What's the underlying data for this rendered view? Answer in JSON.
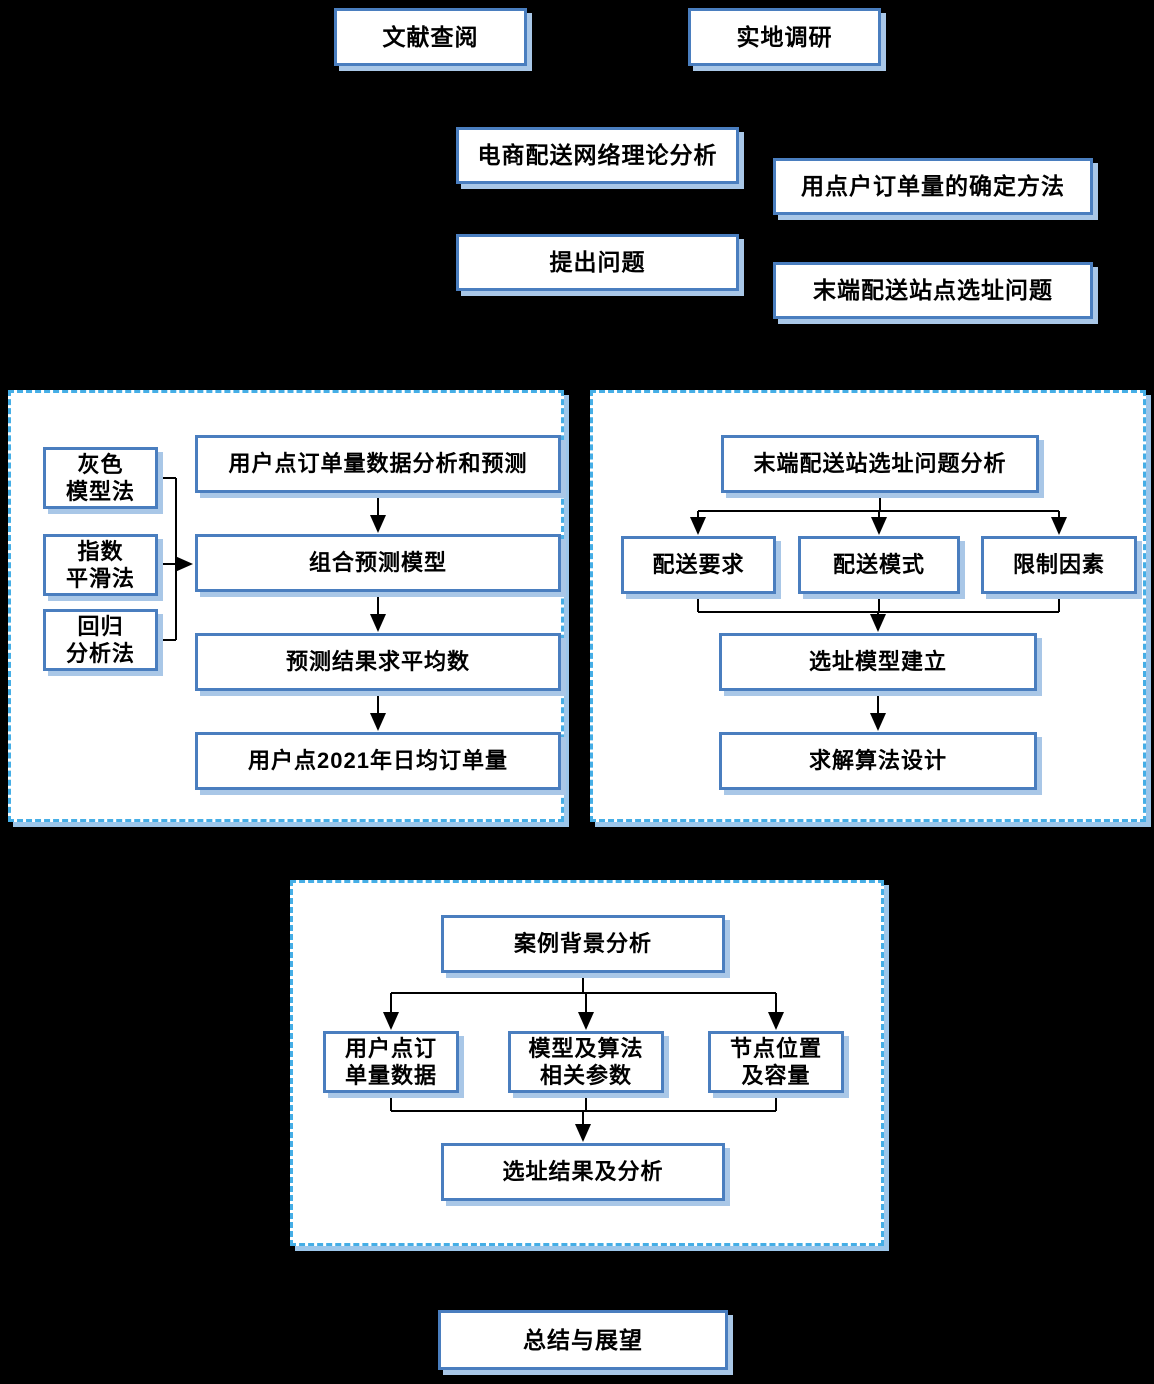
{
  "diagram": {
    "top": {
      "literature": "文献查阅",
      "field_research": "实地调研",
      "theory": "电商配送网络理论分析",
      "order_method": "用点户订单量的确定方法",
      "problem": "提出问题",
      "site_problem": "末端配送站点选址问题"
    },
    "forecast_panel": {
      "methods": [
        "灰色\n模型法",
        "指数\n平滑法",
        "回归\n分析法"
      ],
      "steps": [
        "用户点订单量数据分析和预测",
        "组合预测模型",
        "预测结果求平均数",
        "用户点2021年日均订单量"
      ]
    },
    "location_panel": {
      "title": "末端配送站选址问题分析",
      "factors": [
        "配送要求",
        "配送模式",
        "限制因素"
      ],
      "steps": [
        "选址模型建立",
        "求解算法设计"
      ]
    },
    "case_panel": {
      "title": "案例背景分析",
      "inputs": [
        "用户点订\n单量数据",
        "模型及算法\n相关参数",
        "节点位置\n及容量"
      ],
      "result": "选址结果及分析"
    },
    "footer": "总结与展望",
    "colors": {
      "box_border": "#4a7ebf",
      "box_shadow": "#a9c7e7",
      "panel_border": "#45aee6",
      "background": "#000000",
      "text": "#000000"
    }
  }
}
